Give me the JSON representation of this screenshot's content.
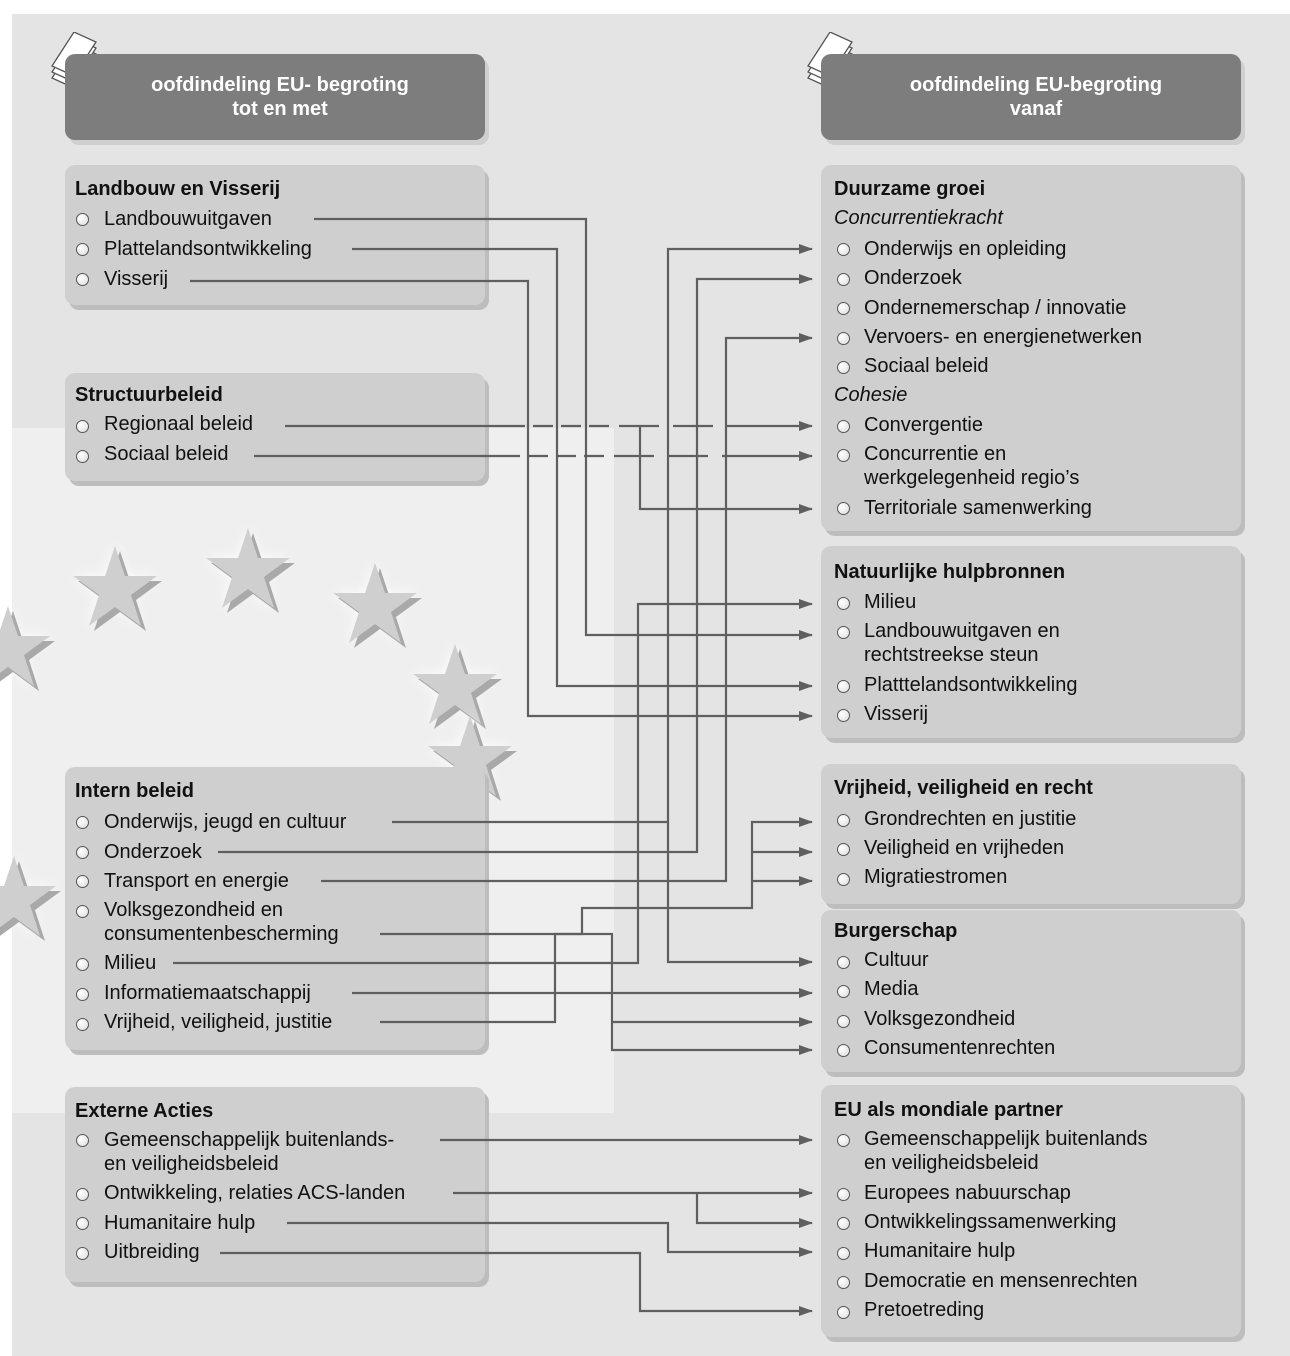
{
  "headers": {
    "left": {
      "line1": "oofdindeling EU- begroting",
      "line2": "tot en met"
    },
    "right": {
      "line1": "oofdindeling EU-begroting",
      "line2": "vanaf"
    }
  },
  "left_groups": [
    {
      "title": "Landbouw en Visserij",
      "items": [
        "Landbouwuitgaven",
        "Plattelandsontwikkeling",
        "Visserij"
      ]
    },
    {
      "title": "Structuurbeleid",
      "items": [
        "Regionaal beleid",
        "Sociaal beleid"
      ]
    },
    {
      "title": "Intern beleid",
      "items": [
        "Onderwijs, jeugd en cultuur",
        "Onderzoek",
        "Transport en energie",
        "Volksgezondheid en",
        "consumentenbescherming",
        "Milieu",
        "Informatiemaatschappij",
        "Vrijheid, veiligheid, justitie"
      ]
    },
    {
      "title": "Externe Acties",
      "items": [
        "Gemeenschappelijk buitenlands-",
        "en veiligheidsbeleid",
        "Ontwikkeling, relaties ACS-landen",
        "Humanitaire hulp",
        "Uitbreiding"
      ]
    }
  ],
  "right_groups": [
    {
      "title": "Duurzame groei",
      "sub1": "Concurrentiekracht",
      "sub2": "Cohesie",
      "items": [
        "Onderwijs en opleiding",
        "Onderzoek",
        "Ondernemerschap / innovatie",
        "Vervoers- en energienetwerken",
        "Sociaal beleid",
        "Convergentie",
        "Concurrentie en",
        "werkgelegenheid regio’s",
        "Territoriale samenwerking"
      ]
    },
    {
      "title": "Natuurlijke hulpbronnen",
      "items": [
        "Milieu",
        "Landbouwuitgaven en",
        "rechtstreekse steun",
        "Platttelandsontwikkeling",
        "Visserij"
      ]
    },
    {
      "title": "Vrijheid, veiligheid en recht",
      "items": [
        "Grondrechten en justitie",
        "Veiligheid en vrijheden",
        "Migratiestromen"
      ]
    },
    {
      "title": "Burgerschap",
      "items": [
        "Cultuur",
        "Media",
        "Volksgezondheid",
        "Consumentenrechten"
      ]
    },
    {
      "title": "EU als mondiale partner",
      "items": [
        "Gemeenschappelijk buitenlands",
        "en veiligheidsbeleid",
        "Europees nabuurschap",
        "Ontwikkelingssamenwerking",
        "Humanitaire hulp",
        "Democratie en mensenrechten",
        "Pretoetreding"
      ]
    }
  ],
  "colors": {
    "canvas": "#e4e4e4",
    "box": "#cfcfcf",
    "header": "#7d7d7d",
    "line": "#5f5f5f"
  },
  "icons": [
    "paper-stack-icon",
    "star-icon",
    "bullet-icon",
    "arrow-icon"
  ]
}
